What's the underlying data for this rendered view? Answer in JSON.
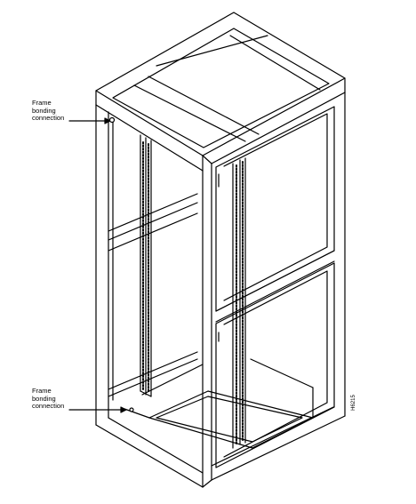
{
  "callouts": {
    "top": "Frame\nbonding\nconnection",
    "bottom": "Frame\nbonding\nconnection"
  },
  "figure_id": "H6215",
  "colors": {
    "line": "#000000",
    "background": "#ffffff"
  }
}
